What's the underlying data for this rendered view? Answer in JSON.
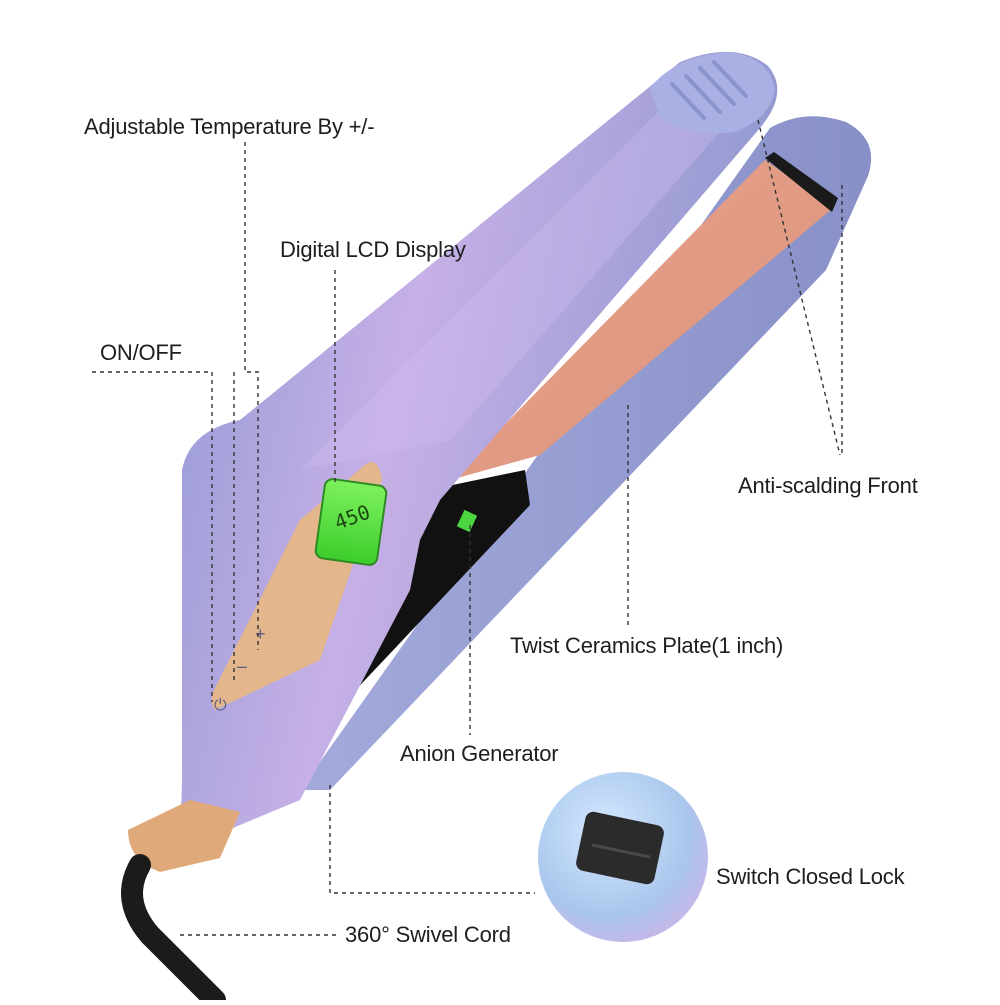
{
  "labels": {
    "adjustable_temperature": "Adjustable Temperature By +/-",
    "digital_lcd": "Digital LCD Display",
    "on_off": "ON/OFF",
    "anti_scalding": "Anti-scalding Front",
    "twist_plate": "Twist Ceramics Plate(1 inch)",
    "anion_generator": "Anion Generator",
    "switch_lock": "Switch Closed Lock",
    "swivel_cord": "360° Swivel Cord"
  },
  "lcd": {
    "reading": "450"
  },
  "buttons": {
    "plus": "+",
    "minus": "–",
    "power": "⏻"
  },
  "colors": {
    "body": "#9ea5d8",
    "body_highlight": "#c9b2e4",
    "plate": "#e5a28c",
    "lcd": "#55e03c",
    "trim": "#e6b88c",
    "leader": "#333333"
  }
}
